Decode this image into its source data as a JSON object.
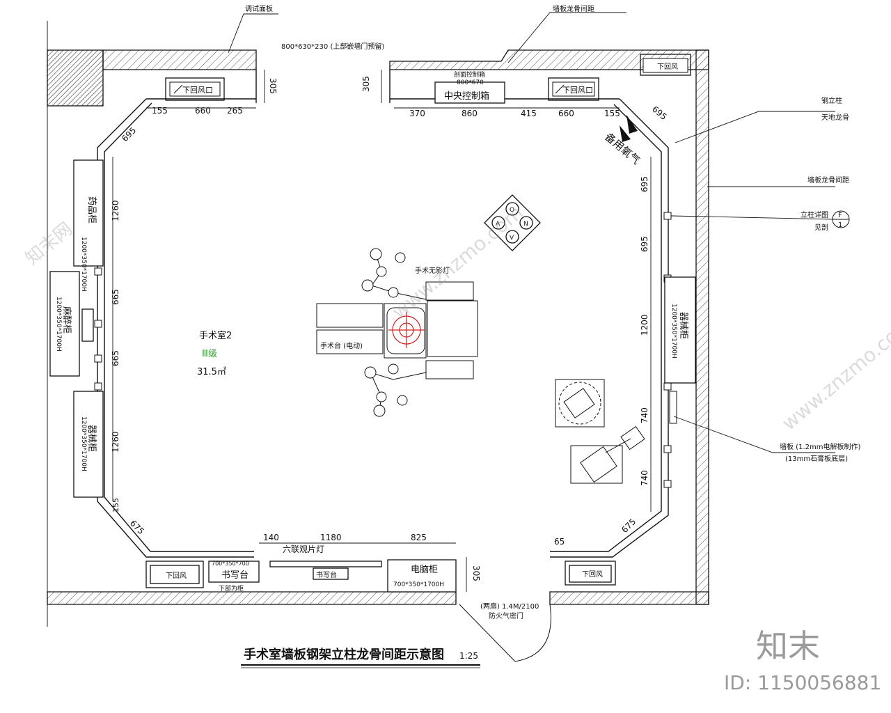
{
  "drawing": {
    "title": "手术室墙板钢架立柱龙骨间距示意图",
    "scale": "1:25",
    "room": {
      "name": "手术室2",
      "grade": "Ⅲ级",
      "area": "31.5㎡"
    },
    "colors": {
      "line": "#111111",
      "grade": "#2aa12a",
      "hatch": "#555555",
      "lamp": "#d02020"
    }
  },
  "labels": {
    "top_left_callout": "调试面板",
    "top_center_note": "800*630*230 (上部嵌墙门预留)",
    "top_right_callout": "墙板龙骨间距",
    "right_callout_1a": "钢立柱",
    "right_callout_1b": "天地龙骨",
    "right_callout_2": "墙板龙骨间距",
    "right_callout_3a": "立柱详图",
    "right_callout_3b": "见剖",
    "detail_ref_top": "F",
    "detail_ref_bottom": "1",
    "right_callout_4a": "墙板 (1.2mm电解板制作)",
    "right_callout_4b": "(13mm石膏板底层)",
    "oxygen": "备用氧气",
    "central_panel_top": "剖面控制箱",
    "central_panel_size": "800*670",
    "central_panel": "中央控制箱",
    "return_vent": "下回风口",
    "side_cab_upper": "1200*350*1700H",
    "side_cab_upper_name": "药品柜",
    "side_cab_mid": "1200*350*1700H",
    "side_cab_mid_name": "麻醉柜",
    "side_cab_lower": "1200*350*1700H",
    "side_cab_lower_name": "器械柜",
    "right_cab": "1200*350*1700H",
    "right_cab_name": "器械柜",
    "film_viewer": "六联观片灯",
    "writing_desk_size": "700*350*700",
    "writing_desk": "书写台",
    "writing_desk_sub": "下部为柜",
    "viewer_sub": "书写台",
    "elec_cab": "电脑柜",
    "elec_cab_size": "700*350*1700H",
    "vent_small": "下回风",
    "table_note": "手术无影灯",
    "bed_note": "手术台 (电动)",
    "door_note_a": "(两扇) 1.4M/2100",
    "door_note_b": "防火气密门",
    "gas_a": "O",
    "gas_b": "A",
    "gas_c": "N",
    "gas_d": "V"
  },
  "dimensions": {
    "top_left": [
      "155",
      "660",
      "265"
    ],
    "top_left_depth": "305",
    "top_right": [
      "370",
      "860",
      "415",
      "660",
      "155"
    ],
    "top_right_depth": "305",
    "top_right_diag": "695",
    "top_left_diag": "695",
    "left_vertical": [
      "1260",
      "665",
      "665",
      "1260",
      "155"
    ],
    "right_vertical": [
      "695",
      "695",
      "1200",
      "740",
      "740"
    ],
    "bottom": [
      "140",
      "1180",
      "825"
    ],
    "bottom_depth": "305",
    "bottom_left_diag": "675",
    "bottom_right_diag": "675",
    "bottom_right_gap": "65"
  },
  "watermark": {
    "site": "www.znzmo.com",
    "brand_small": "知末网",
    "brand": "知末",
    "id": "ID: 1150056881"
  }
}
